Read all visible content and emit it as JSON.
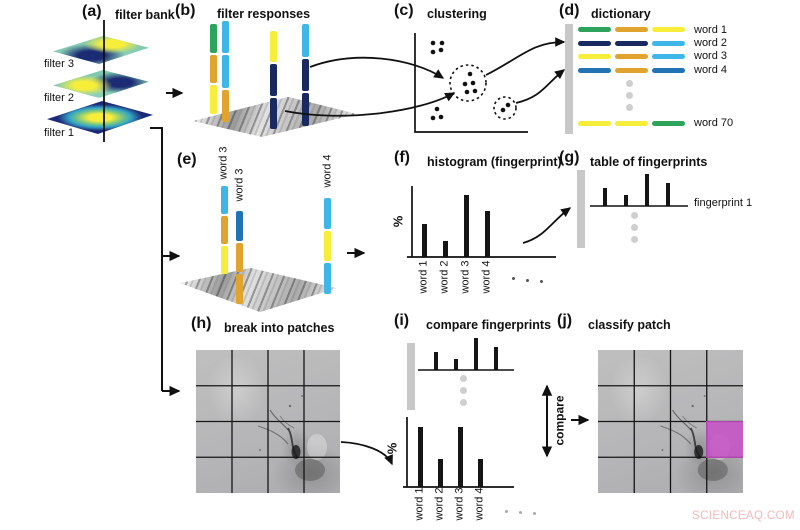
{
  "colors": {
    "green": "#2da35c",
    "orange": "#e0a42e",
    "yellow": "#f6ee3a",
    "navy": "#182a5f",
    "cyan": "#3eb6e8",
    "steel": "#2273b4",
    "gray_bar": "#c8c8c8",
    "magenta": "#c74ec7"
  },
  "watermark": "SCIENCEAQ.COM",
  "panels": {
    "a": {
      "tag": "(a)",
      "title": "filter bank",
      "filter_labels": [
        "filter 3",
        "filter 2",
        "filter 1"
      ]
    },
    "b": {
      "tag": "(b)",
      "title": "filter responses",
      "bars": [
        {
          "segments": [
            "green",
            "orange",
            "yellow"
          ]
        },
        {
          "segments": [
            "cyan",
            "cyan",
            "orange"
          ]
        },
        {
          "segments": [
            "yellow",
            "navy",
            "navy"
          ]
        },
        {
          "segments": [
            "cyan",
            "navy",
            "navy"
          ]
        }
      ]
    },
    "c": {
      "tag": "(c)",
      "title": "clustering"
    },
    "d": {
      "tag": "(d)",
      "title": "dictionary",
      "words": [
        {
          "label": "word 1",
          "segments": [
            "green",
            "orange",
            "yellow"
          ]
        },
        {
          "label": "word 2",
          "segments": [
            "navy",
            "navy",
            "cyan"
          ]
        },
        {
          "label": "word 3",
          "segments": [
            "yellow",
            "orange",
            "cyan"
          ]
        },
        {
          "label": "word 4",
          "segments": [
            "steel",
            "orange",
            "steel"
          ]
        },
        {
          "label": "word 70",
          "segments": [
            "yellow",
            "yellow",
            "green"
          ]
        }
      ]
    },
    "e": {
      "tag": "(e)",
      "bars": [
        {
          "label": "word 3",
          "segments": [
            "cyan",
            "orange",
            "yellow"
          ]
        },
        {
          "label": "word 3",
          "segments": [
            "steel",
            "orange",
            "orange"
          ]
        },
        {
          "label": "word 4",
          "segments": [
            "cyan",
            "yellow",
            "cyan"
          ]
        }
      ]
    },
    "f": {
      "tag": "(f)",
      "title": "histogram (fingerprint)",
      "ylabel": "%",
      "categories": [
        "word 1",
        "word 2",
        "word 3",
        "word 4"
      ],
      "values": [
        51,
        25,
        95,
        71
      ]
    },
    "g": {
      "tag": "(g)",
      "title": "table of fingerprints",
      "row_label": "fingerprint 1",
      "values": [
        55,
        33,
        100,
        72
      ]
    },
    "h": {
      "tag": "(h)",
      "title": "break into patches"
    },
    "i": {
      "tag": "(i)",
      "title": "compare fingerprints",
      "ylabel": "%",
      "compare_label": "compare",
      "categories": [
        "word 1",
        "word 2",
        "word 3",
        "word 4"
      ],
      "table_values": [
        55,
        33,
        100,
        72
      ],
      "patch_values": [
        100,
        47,
        100,
        47
      ]
    },
    "j": {
      "tag": "(j)",
      "title": "classify patch"
    }
  }
}
